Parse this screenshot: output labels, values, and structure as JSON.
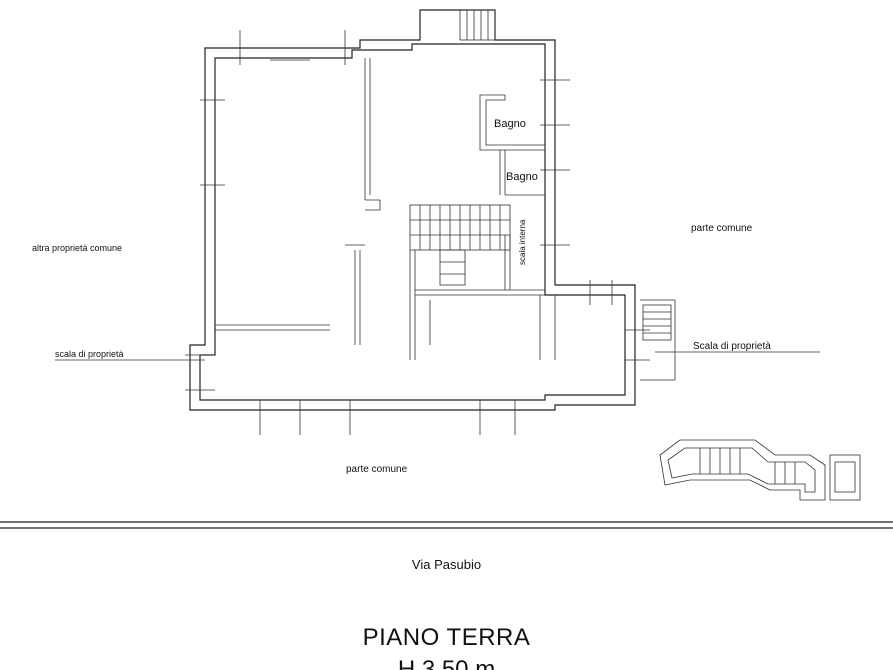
{
  "plan": {
    "rooms": {
      "bagno_1": "Bagno",
      "bagno_2": "Bagno",
      "scala_interna": "scala interna"
    },
    "labels": {
      "parte_comune_right": "parte comune",
      "parte_comune_bottom": "parte comune",
      "parte_comune_left": "altra proprietà comune",
      "scala_left": "scala di proprietà",
      "scala_right": "Scala di proprietà"
    }
  },
  "footer": {
    "street": "Via Pasubio",
    "floor": "PIANO TERRA",
    "height": "H 3.50 m"
  }
}
